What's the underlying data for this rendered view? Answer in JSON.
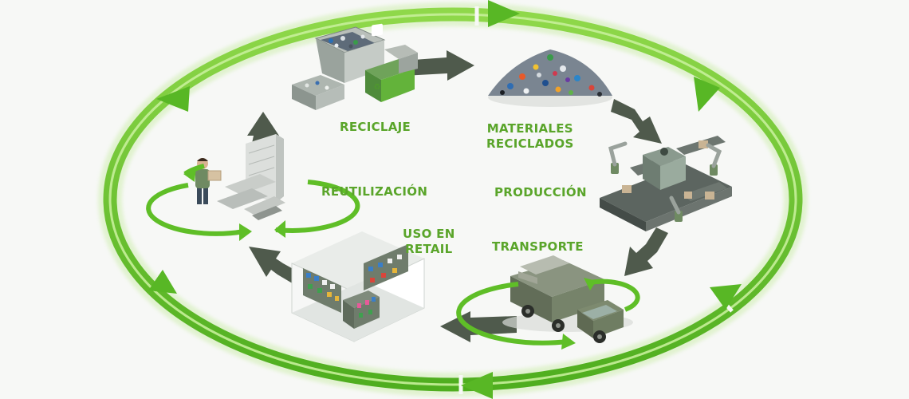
{
  "colors": {
    "ring": "#66c22b",
    "ring_light": "#a8e06a",
    "inner_arrow": "#4f5a4c",
    "label": "#5aa52a",
    "machine_green": "#6f8a62",
    "truck": "#6f7d62",
    "bin_green": "#57b52f"
  },
  "steps": {
    "recycling": {
      "label": "RECICLAJE",
      "icon": "recycling-machine-icon"
    },
    "materials": {
      "label": "MATERIALES\nRECICLADOS",
      "icon": "recycled-materials-pile-icon"
    },
    "production": {
      "label": "PRODUCCIÓN",
      "icon": "factory-conveyor-icon"
    },
    "transport": {
      "label": "TRANSPORTE",
      "icon": "truck-icon"
    },
    "retail": {
      "label": "USO EN\nRETAIL",
      "icon": "retail-store-icon"
    },
    "reuse": {
      "label": "REUTILIZACIÓN",
      "icon": "reuse-worker-icon"
    }
  }
}
